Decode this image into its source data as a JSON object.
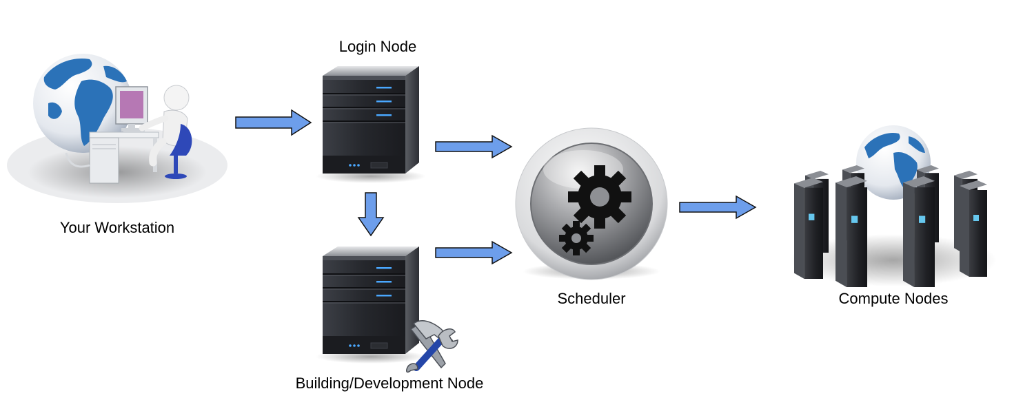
{
  "diagram": {
    "nodes": {
      "workstation": {
        "label": "Your Workstation",
        "icon": "workstation-icon"
      },
      "login": {
        "label": "Login Node",
        "icon": "server-icon"
      },
      "building": {
        "label": "Building/Development Node",
        "icon": "server-tools-icon"
      },
      "scheduler": {
        "label": "Scheduler",
        "icon": "gears-icon"
      },
      "compute": {
        "label": "Compute Nodes",
        "icon": "server-cluster-icon"
      }
    },
    "edges": [
      {
        "from": "workstation",
        "to": "login"
      },
      {
        "from": "login",
        "to": "building"
      },
      {
        "from": "login",
        "to": "scheduler"
      },
      {
        "from": "building",
        "to": "scheduler"
      },
      {
        "from": "scheduler",
        "to": "compute"
      }
    ],
    "colors": {
      "arrow_fill": "#6d9eeb",
      "arrow_stroke": "#111111",
      "globe_ocean": "#ffffff",
      "globe_land": "#2b72b8",
      "server_body": "#2a2c31",
      "server_led": "#4aa8ff"
    }
  }
}
